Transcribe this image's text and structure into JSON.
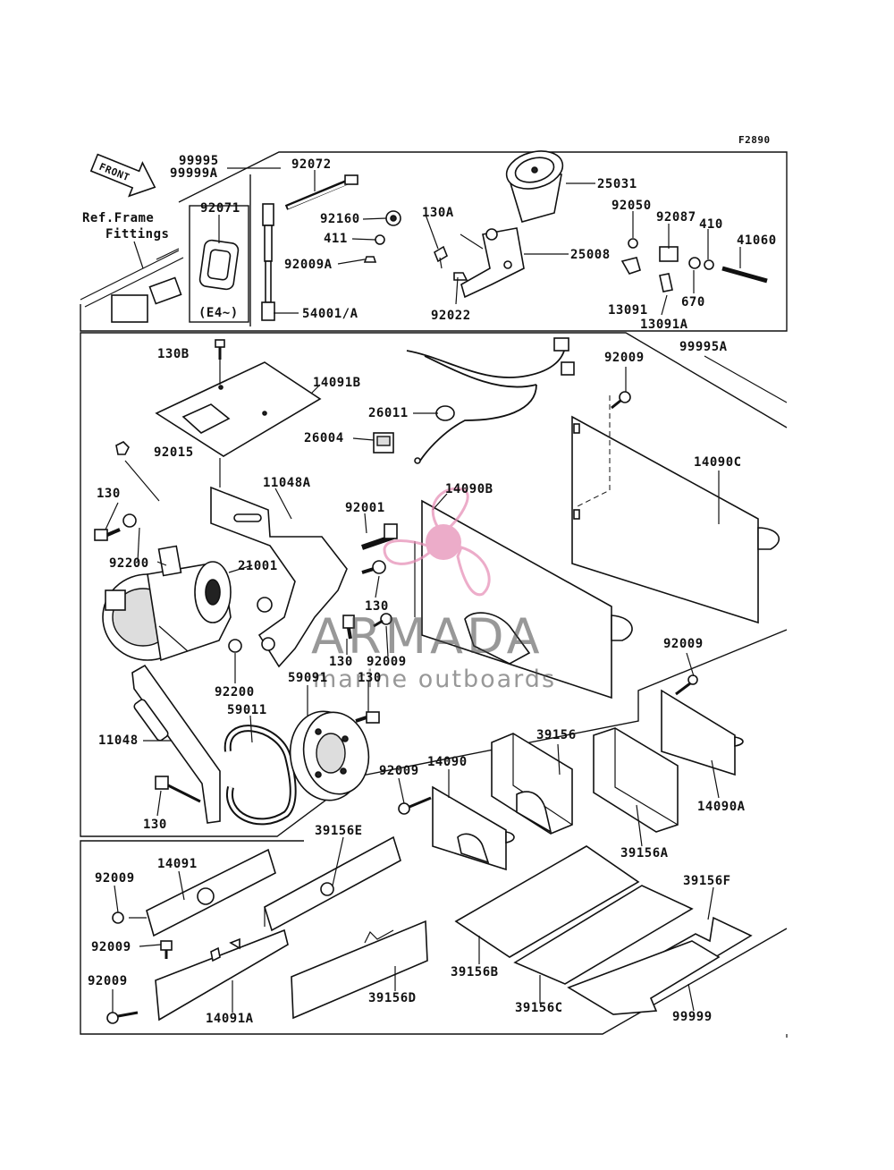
{
  "figure_code": "F2890",
  "front_arrow_text": "FRONT",
  "ref_note": {
    "line1": "Ref.Frame",
    "line2": "Fittings"
  },
  "watermark": {
    "brand": "ARMADA",
    "tagline": "marine outboards",
    "accent_color": "#e58ab3"
  },
  "labels": {
    "p99995": "99995",
    "p99999A": "99999A",
    "p92072": "92072",
    "p92071": "92071",
    "pE4": "(E4~)",
    "p92160": "92160",
    "p130A": "130A",
    "p411": "411",
    "p92009A": "92009A",
    "p54001": "54001/A",
    "p92022": "92022",
    "p25031": "25031",
    "p25008": "25008",
    "p92050": "92050",
    "p92087": "92087",
    "p410": "410",
    "p41060": "41060",
    "p670": "670",
    "p13091": "13091",
    "p13091A": "13091A",
    "p130B": "130B",
    "p14091B": "14091B",
    "p92015": "92015",
    "p26011": "26011",
    "p26004": "26004",
    "p92009_a": "92009",
    "p99995A": "99995A",
    "p14090C": "14090C",
    "p11048A": "11048A",
    "p14090B": "14090B",
    "p130_a": "130",
    "p92001": "92001",
    "p92200_a": "92200",
    "p21001": "21001",
    "p130_b": "130",
    "p130_c": "130",
    "p92009_b": "92009",
    "p130_d": "130",
    "p92200_b": "92200",
    "p59091": "59091",
    "p59011": "59011",
    "p11048": "11048",
    "p130_e": "130",
    "p92009_c": "92009",
    "p39156": "39156",
    "p92009_d": "92009",
    "p14090": "14090",
    "p14090A": "14090A",
    "p39156A": "39156A",
    "p39156E": "39156E",
    "p14091": "14091",
    "p92009_e": "92009",
    "p92009_f": "92009",
    "p92009_g": "92009",
    "p14091A": "14091A",
    "p39156D": "39156D",
    "p39156F": "39156F",
    "p39156B": "39156B",
    "p39156C": "39156C",
    "p99999": "99999"
  }
}
